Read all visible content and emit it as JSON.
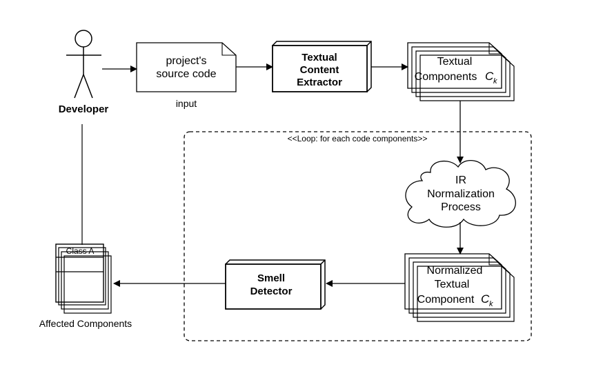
{
  "actor": {
    "label": "Developer"
  },
  "source_doc": {
    "line1": "project's",
    "line2": "source code",
    "caption": "input"
  },
  "extractor": {
    "line1": "Textual",
    "line2": "Content",
    "line3": "Extractor"
  },
  "components": {
    "line1": "Textual",
    "line2": "Components",
    "symbol": "C",
    "subscript": "k"
  },
  "loop": {
    "label": "<<Loop: for each code components>>"
  },
  "ir_process": {
    "line1": "IR",
    "line2": "Normalization",
    "line3": "Process"
  },
  "normalized": {
    "line1": "Normalized",
    "line2": "Textual",
    "line3": "Component",
    "symbol": "C",
    "subscript": "k"
  },
  "smell_detector": {
    "line1": "Smell",
    "line2": "Detector"
  },
  "affected": {
    "class_label": "Class A",
    "caption": "Affected Components"
  }
}
